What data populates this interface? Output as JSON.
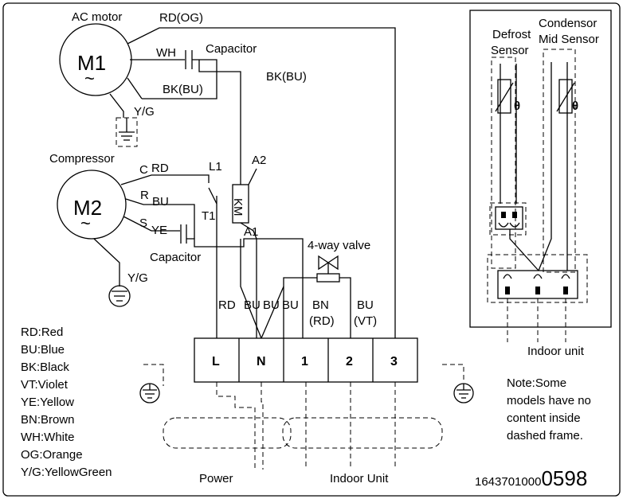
{
  "labels": {
    "ac_motor": "AC motor",
    "rd_og": "RD(OG)",
    "wh": "WH",
    "capacitor_top": "Capacitor",
    "bk_bu_motor": "BK(BU)",
    "bk_bu_free": "BK(BU)",
    "yg_top": "Y/G",
    "compressor": "Compressor",
    "c": "C",
    "c_rd": "RD",
    "r": "R",
    "r_bu": "BU",
    "s": "S",
    "s_ye": "YE",
    "l1": "L1",
    "t1": "T1",
    "a2": "A2",
    "a1": "A1",
    "km": "KM",
    "capacitor_bottom": "Capacitor",
    "yg_bottom": "Y/G",
    "four_way_valve": "4-way valve",
    "rd": "RD",
    "bu1": "BU",
    "bu2": "BU",
    "bu3": "BU",
    "bn": "BN",
    "bn_rd": "(RD)",
    "bu_right": "BU",
    "bu_vt": "(VT)",
    "defrost": "Defrost",
    "sensor": "Sensor",
    "condensor": "Condensor",
    "mid_sensor": "Mid Sensor",
    "theta1": "θ",
    "theta2": "θ",
    "indoor_unit_right": "Indoor unit",
    "power": "Power",
    "indoor_unit_bottom": "Indoor Unit",
    "serial_small": "1643701000",
    "serial_big": "0598"
  },
  "motors": {
    "m1": "M1",
    "m2": "M2",
    "wave": "~"
  },
  "terminals": [
    "L",
    "N",
    "1",
    "2",
    "3"
  ],
  "legend": [
    "RD:Red",
    "BU:Blue",
    "BK:Black",
    "VT:Violet",
    "YE:Yellow",
    "BN:Brown",
    "WH:White",
    "OG:Orange",
    "Y/G:YellowGreen"
  ],
  "note": [
    "Note:Some",
    "models have no",
    "content inside",
    "dashed frame."
  ]
}
